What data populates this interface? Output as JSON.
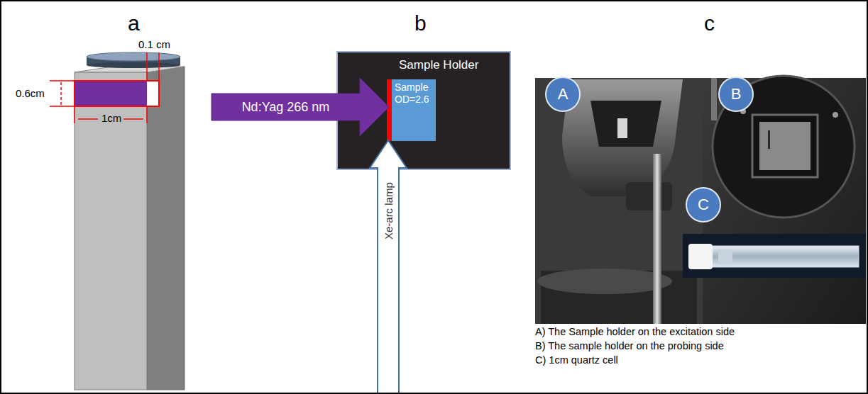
{
  "diagram": {
    "nodes": [
      {
        "text": [
          "Nd:Yag 266 nm"
        ]
      },
      {
        "text": [
          "Sample Holder"
        ]
      },
      {
        "text": [
          "Sample OD=2.6"
        ],
        "in": 1
      },
      {
        "text": [
          "Xe-arc lamp"
        ]
      },
      {
        "text": [
          "A"
        ]
      },
      {
        "text": [
          "B"
        ]
      },
      {
        "text": [
          "C"
        ]
      }
    ],
    "labels": [
      "a",
      "b",
      "c",
      "0.1 cm",
      "0.6cm",
      "1cm",
      "A) The Sample holder on the excitation side",
      "B) The sample holder on the probing side",
      "C) 1cm quartz cell"
    ]
  }
}
